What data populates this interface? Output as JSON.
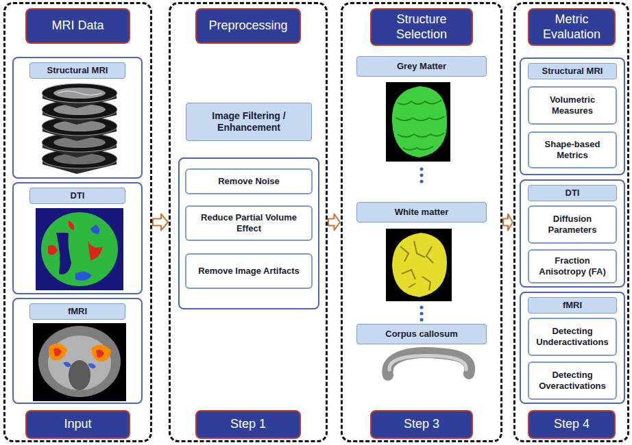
{
  "diagram": {
    "nodes": [
      {
        "text": [
          "MRI Data",
          "Input"
        ]
      },
      {
        "text": [
          "Structural MRI"
        ],
        "in": 0
      },
      {
        "text": [
          "DTI"
        ],
        "in": 0
      },
      {
        "text": [
          "fMRI"
        ],
        "in": 0
      },
      {
        "text": [
          "Preprocessing",
          "Step 1"
        ]
      },
      {
        "text": [
          "Image Filtering / Enhancement"
        ],
        "in": 4
      },
      {
        "text": [
          "Remove Noise"
        ],
        "in": 5
      },
      {
        "text": [
          "Reduce Partial Volume Effect"
        ],
        "in": 5
      },
      {
        "text": [
          "Remove Image Artifacts"
        ],
        "in": 5
      },
      {
        "text": [
          "Structure Selection",
          "Step 3"
        ]
      },
      {
        "text": [
          "Grey Matter"
        ],
        "in": 9
      },
      {
        "text": [
          "White matter"
        ],
        "in": 9
      },
      {
        "text": [
          "Corpus callosum"
        ],
        "in": 9
      },
      {
        "text": [
          "Metric Evaluation",
          "Step 4"
        ]
      },
      {
        "text": [
          "Structural MRI"
        ],
        "in": 13
      },
      {
        "text": [
          "Volumetric Measures"
        ],
        "in": 14
      },
      {
        "text": [
          "Shape-based Metrics"
        ],
        "in": 14
      },
      {
        "text": [
          "DTI"
        ],
        "in": 13
      },
      {
        "text": [
          "Diffusion Parameters"
        ],
        "in": 17
      },
      {
        "text": [
          "Fraction Anisotropy (FA)"
        ],
        "in": 17
      },
      {
        "text": [
          "fMRI"
        ],
        "in": 13
      },
      {
        "text": [
          "Detecting Underactivations"
        ],
        "in": 20
      },
      {
        "text": [
          "Detecting Overactivations"
        ],
        "in": 20
      }
    ],
    "edges": [
      {
        "from": 0,
        "to": 4,
        "arrow": "to"
      },
      {
        "from": 4,
        "to": 9,
        "arrow": "to"
      },
      {
        "from": 9,
        "to": 13,
        "arrow": "to"
      }
    ]
  }
}
